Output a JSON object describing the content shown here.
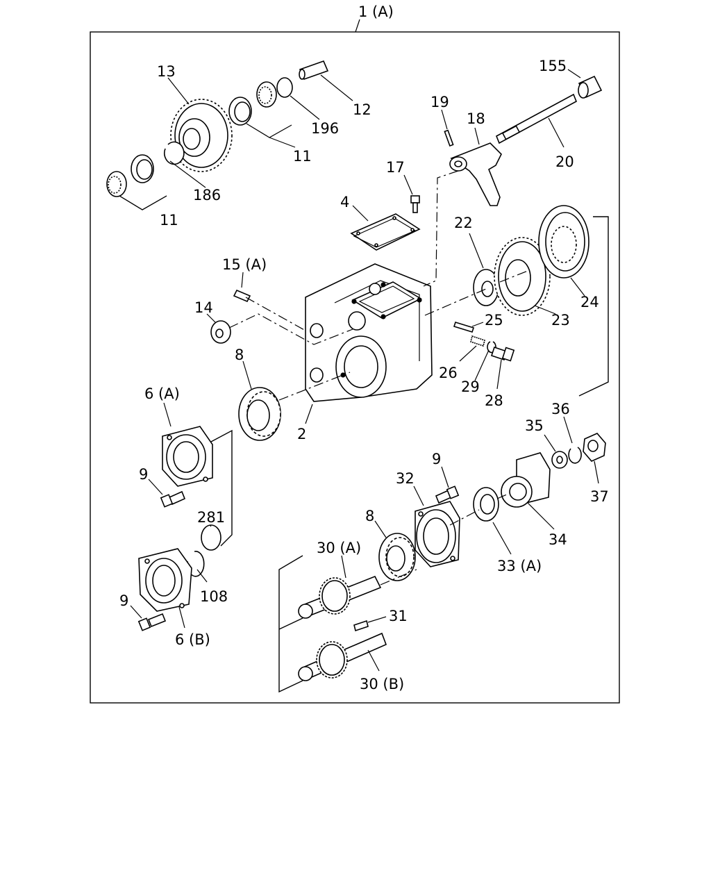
{
  "assembly_label": "1 (A)",
  "labels": {
    "p2": "2",
    "p4": "4",
    "p6a": "6 (A)",
    "p6b": "6 (B)",
    "p8a": "8",
    "p8b": "8",
    "p9a": "9",
    "p9b": "9",
    "p9c": "9",
    "p11a": "11",
    "p11b": "11",
    "p12": "12",
    "p13": "13",
    "p14": "14",
    "p15a": "15 (A)",
    "p17": "17",
    "p18": "18",
    "p19": "19",
    "p20": "20",
    "p22": "22",
    "p23": "23",
    "p24": "24",
    "p25": "25",
    "p26": "26",
    "p28": "28",
    "p29": "29",
    "p30a": "30 (A)",
    "p30b": "30 (B)",
    "p31": "31",
    "p32": "32",
    "p33a": "33 (A)",
    "p34": "34",
    "p35": "35",
    "p36": "36",
    "p37": "37",
    "p108": "108",
    "p155": "155",
    "p186": "186",
    "p196": "196",
    "p281": "281"
  }
}
